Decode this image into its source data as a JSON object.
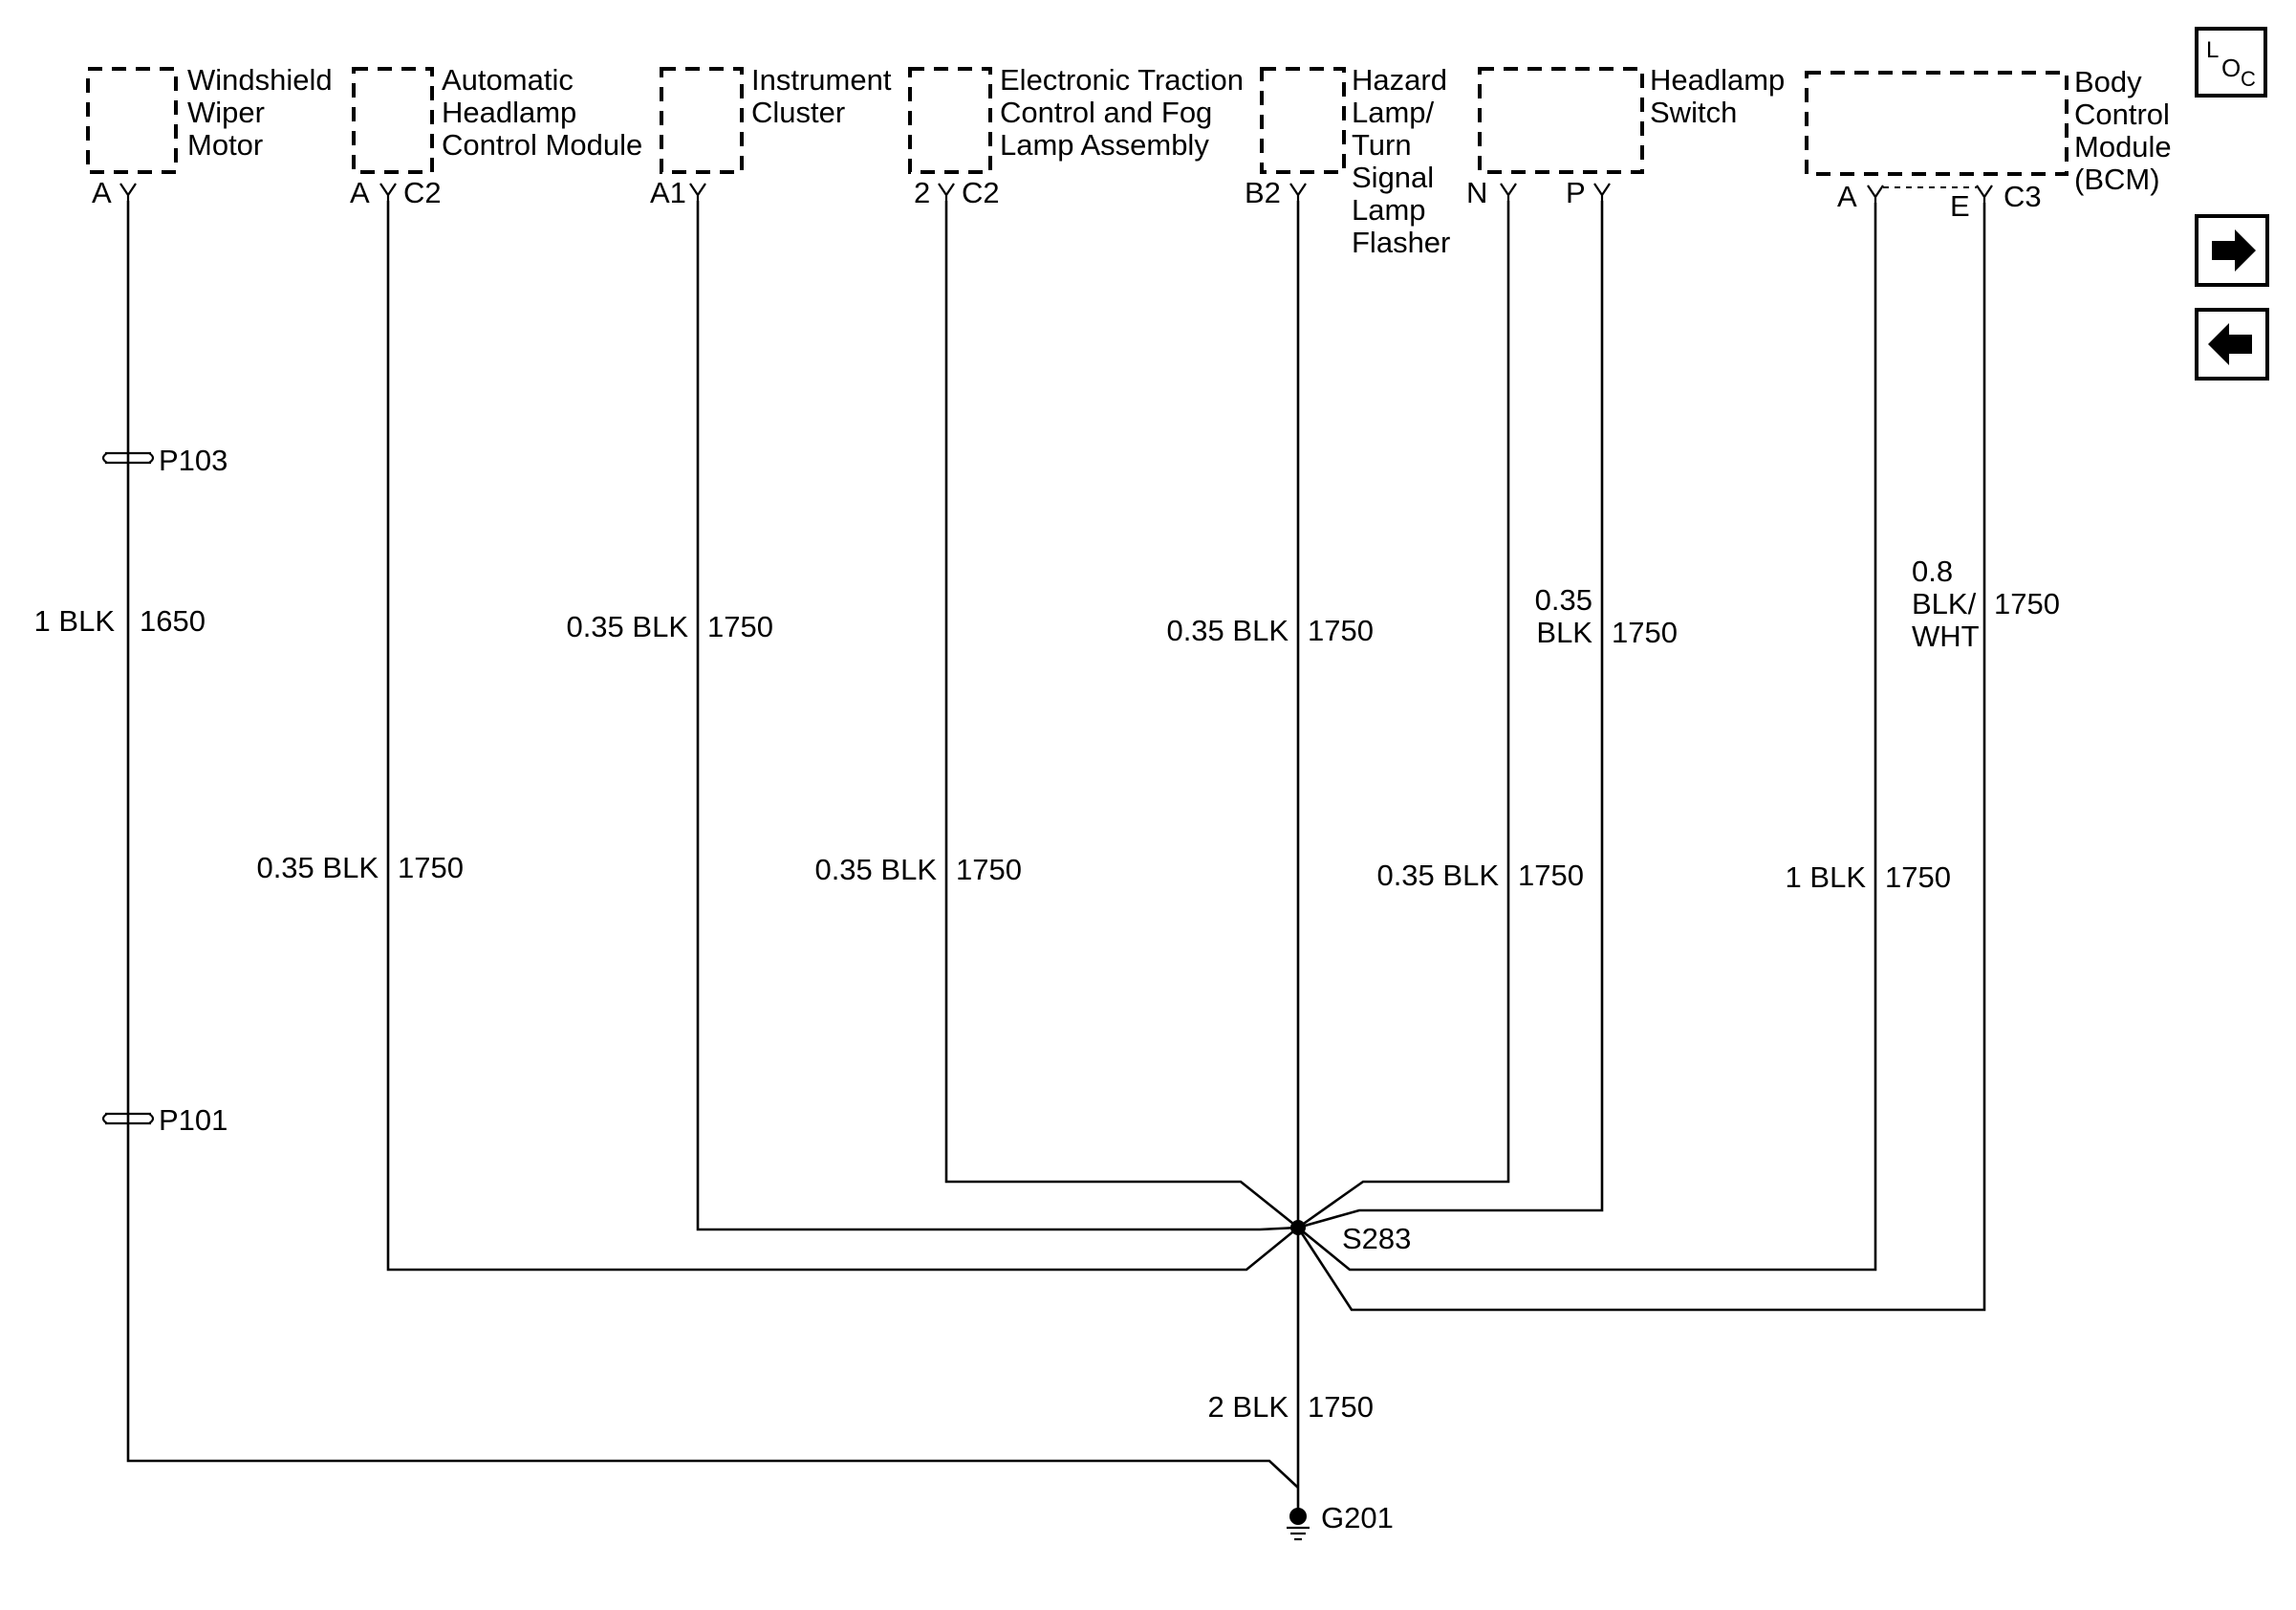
{
  "components": [
    {
      "id": "windshield-wiper-motor",
      "lines": [
        "Windshield",
        "Wiper",
        "Motor"
      ]
    },
    {
      "id": "automatic-headlamp-control-module",
      "lines": [
        "Automatic",
        "Headlamp",
        "Control Module"
      ]
    },
    {
      "id": "instrument-cluster",
      "lines": [
        "Instrument",
        "Cluster"
      ]
    },
    {
      "id": "electronic-traction-control-fog-lamp-assembly",
      "lines": [
        "Electronic Traction",
        "Control and Fog",
        "Lamp Assembly"
      ]
    },
    {
      "id": "hazard-turn-signal-flasher",
      "lines": [
        "Hazard",
        "Lamp/",
        "Turn",
        "Signal",
        "Lamp",
        "Flasher"
      ]
    },
    {
      "id": "headlamp-switch",
      "lines": [
        "Headlamp",
        "Switch"
      ]
    },
    {
      "id": "body-control-module",
      "lines": [
        "Body",
        "Control",
        "Module",
        "(BCM)"
      ]
    }
  ],
  "pins": {
    "wiper_pin": "A",
    "ahcm_pin": "A",
    "ahcm_conn": "C2",
    "ic_pin": "A1",
    "etc_pin": "2",
    "etc_conn": "C2",
    "hazard_pin": "B2",
    "hs_pin_n": "N",
    "hs_pin_p": "P",
    "bcm_pin_a": "A",
    "bcm_pin_e": "E",
    "bcm_conn": "C3"
  },
  "connectors": {
    "p103": "P103",
    "p101": "P101"
  },
  "splice": "S283",
  "ground": "G201",
  "wires": {
    "wiper": {
      "gauge": "1 BLK",
      "circuit": "1650"
    },
    "ahcm": {
      "gauge": "0.35 BLK",
      "circuit": "1750"
    },
    "ic": {
      "gauge": "0.35 BLK",
      "circuit": "1750"
    },
    "etc": {
      "gauge": "0.35 BLK",
      "circuit": "1750"
    },
    "hazard": {
      "gauge": "0.35 BLK",
      "circuit": "1750"
    },
    "hs_n": {
      "gauge": "0.35 BLK",
      "circuit": "1750"
    },
    "hs_p": {
      "gauge_lines": [
        "0.35",
        "BLK"
      ],
      "circuit": "1750"
    },
    "bcm_a": {
      "gauge": "1 BLK",
      "circuit": "1750"
    },
    "bcm_e": {
      "gauge_lines": [
        "0.8",
        "BLK/",
        "WHT"
      ],
      "circuit": "1750"
    },
    "main": {
      "gauge": "2 BLK",
      "circuit": "1750"
    }
  },
  "loc_icon": {
    "top": "L",
    "mid": "O",
    "sub": "C"
  },
  "nav": {
    "forward_icon": "arrow-right-icon",
    "back_icon": "arrow-left-icon"
  }
}
